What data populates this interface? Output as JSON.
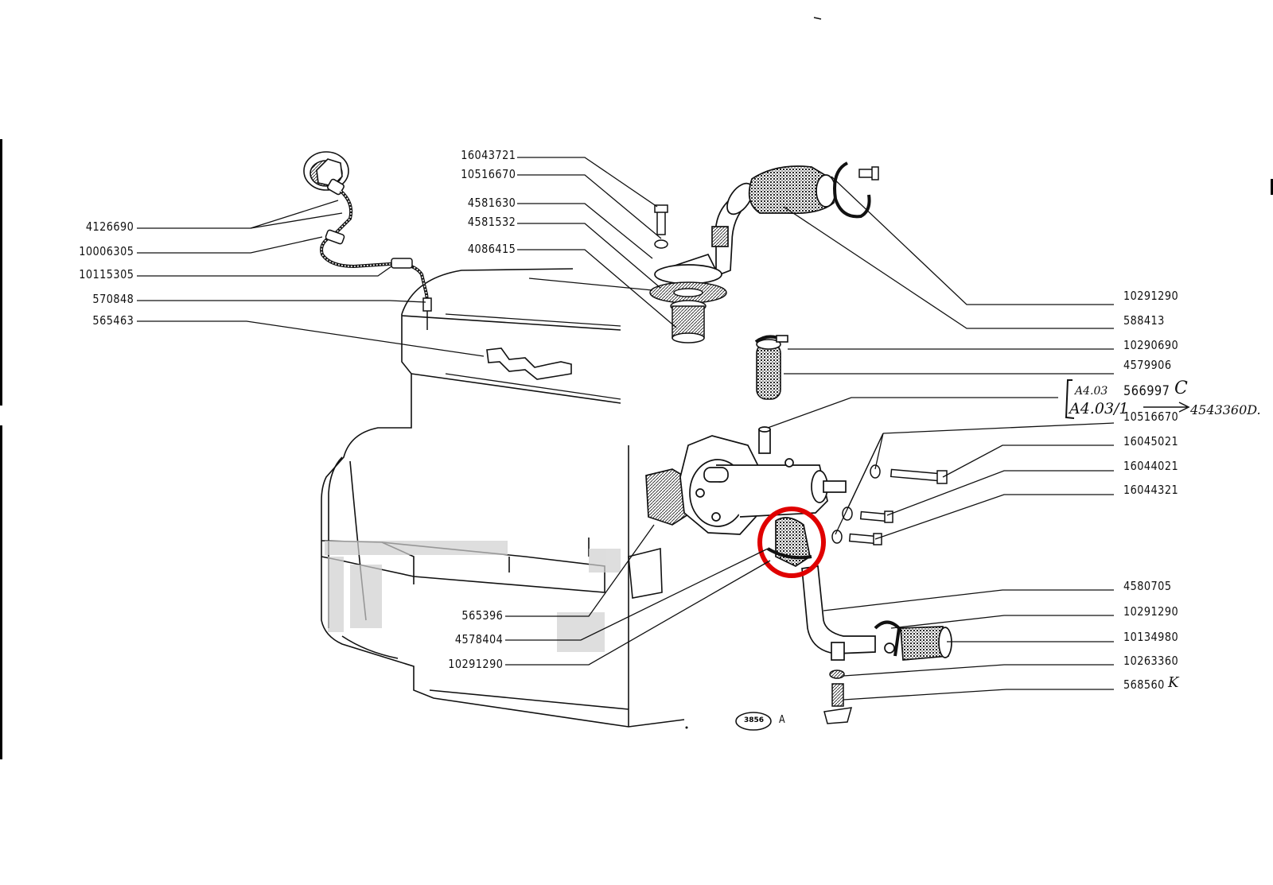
{
  "labels_left": [
    "4126690",
    "10006305",
    "10115305",
    "570848",
    "565463",
    "565396",
    "4578404",
    "10291290"
  ],
  "labels_top": [
    "16043721",
    "10516670",
    "4581630",
    "4581532",
    "4086415"
  ],
  "labels_right": [
    "10291290",
    "588413",
    "10290690",
    "4579906",
    "566997",
    "10516670",
    "16045021",
    "16044021",
    "16044321",
    "4580705",
    "10291290",
    "10134980",
    "10263360",
    "568560"
  ],
  "handwritten": {
    "suffix_c": "C",
    "suffix_k": "K",
    "box_line1": "A4.03",
    "box_line2": "A4.03/1",
    "note": "4543360D."
  },
  "figure_ref": {
    "number": "3856",
    "letter": "A"
  },
  "colors": {
    "ink": "#111111",
    "highlight": "#e00000",
    "shade": "#cfcfcf"
  }
}
